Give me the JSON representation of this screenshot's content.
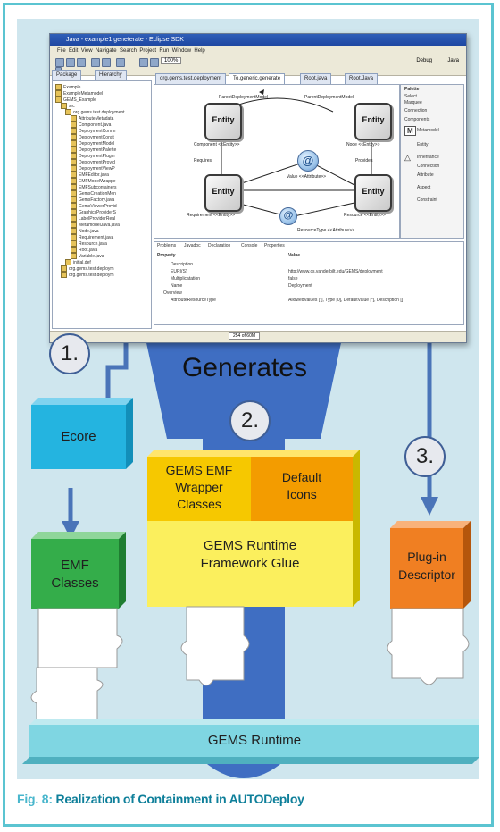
{
  "screenshot": {
    "window_title": "Java - example1 geneterate - Eclipse SDK",
    "menu": [
      "File",
      "Edit",
      "View",
      "Navigate",
      "Search",
      "Project",
      "Run",
      "Window",
      "Help"
    ],
    "zoom": "100%",
    "perspectives": [
      "Debug",
      "Java"
    ],
    "explorer_tabs": [
      "Package",
      "Hierarchy"
    ],
    "editor_tabs": [
      "org.gems.test.deployment",
      "To.generic.generate",
      "Root.java",
      "Root.Java"
    ],
    "palette": {
      "title": "Palette",
      "items": [
        "Select",
        "Marquee",
        "Connection",
        "Components",
        "Metamodel",
        "Entity",
        "Inheritance",
        "Connection",
        "Attribute",
        "Aspect",
        "Constraint"
      ]
    },
    "diagram": {
      "entity_label": "Entity",
      "attr_symbol": "@",
      "labels": [
        "ParentDeploymentModel",
        "ParentDeploymentModel",
        "Component <<Entity>>",
        "Node <<Entity>>",
        "Requires",
        "Provides",
        "Requirement <<Entity>>",
        "Value <<Attribute>>",
        "Resource <<Entity>>",
        "ResourceType <<Attribute>>"
      ]
    },
    "explorer_tree": [
      "Example",
      "ExampleMetamodel",
      "GEMS_Example",
      "src",
      "org.gems.test.deployment",
      "AttributeMetadata",
      "Component.java",
      "DeploymentComm",
      "DeploymentConst",
      "DeploymentModel",
      "DeploymentPalette",
      "DeploymentPlugin",
      "DeploymentProvid",
      "DeploymentViewP",
      "EMFEditor.java",
      "EMFModelWrappe",
      "EMFSubcontainers",
      "GemsCreationMen",
      "GemsFactory.java",
      "GemsViewerProvid",
      "GraphicsProviderS",
      "LabelProviderReal",
      "MetamodelJava.java",
      "Node.java",
      "Requirement.java",
      "Resource.java",
      "Root.java",
      "Variable.java",
      "initial.def",
      "org.gems.test.deploym",
      "org.gems.test.deploym"
    ],
    "props_tabs": [
      "Problems",
      "Javadoc",
      "Declaration",
      "Console",
      "Properties"
    ],
    "props_header": [
      "Property",
      "Value"
    ],
    "props_rows": [
      [
        "Description",
        ""
      ],
      [
        "EURI(S)",
        "http://www.cs.vanderbilt.edu/GEMS/deployment"
      ],
      [
        "Multiplicatation",
        "false"
      ],
      [
        "Name",
        "Deployment"
      ],
      [
        "Overview",
        ""
      ],
      [
        "AttributeResourceType",
        "AllowedValues [*], Type [0], DefaultValue [*], Description []"
      ]
    ],
    "status": "254 of 60M"
  },
  "steps": [
    "1.",
    "2.",
    "3."
  ],
  "generates_label": "Generates",
  "boxes": {
    "ecore": "Ecore",
    "emf_classes": "EMF\nClasses",
    "wrapper": "GEMS EMF\nWrapper\nClasses",
    "default_icons": "Default\nIcons",
    "runtime_glue": "GEMS Runtime\nFramework Glue",
    "plugin": "Plug-in\nDescriptor",
    "gems_runtime": "GEMS Runtime"
  },
  "colors": {
    "frame": "#5bc4d1",
    "panel": "#cfe6ee",
    "generates_funnel": "#3f6ec2",
    "arrow": "#4a74b8",
    "ecore": "#24b4e0",
    "emf_classes": "#34ad4a",
    "wrapper": "#f6c800",
    "default_icons": "#f39c00",
    "runtime_glue": "#fbef5d",
    "plugin": "#f07f22",
    "gems_runtime": "#7fd6e2"
  },
  "caption": {
    "prefix": "Fig. 8:",
    "text": " Realization of Containment in AUTODeploy"
  }
}
